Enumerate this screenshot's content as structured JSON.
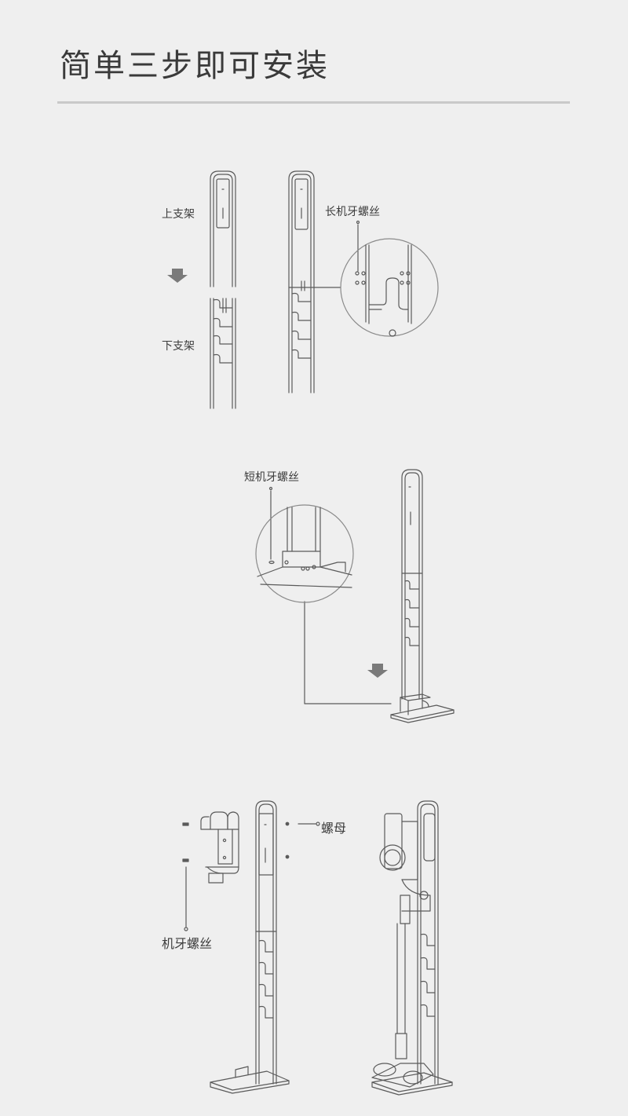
{
  "title": "简单三步即可安装",
  "step1": {
    "upper_bracket_label": "上支架",
    "lower_bracket_label": "下支架",
    "long_screw_label": "长机牙螺丝"
  },
  "step2": {
    "short_screw_label": "短机牙螺丝"
  },
  "step3": {
    "nut_label": "螺母",
    "machine_screw_label": "机牙螺丝"
  },
  "colors": {
    "background": "#efefef",
    "line": "#5a5a5a",
    "rule": "#c9c9c9",
    "arrow": "#7a7a7a"
  }
}
